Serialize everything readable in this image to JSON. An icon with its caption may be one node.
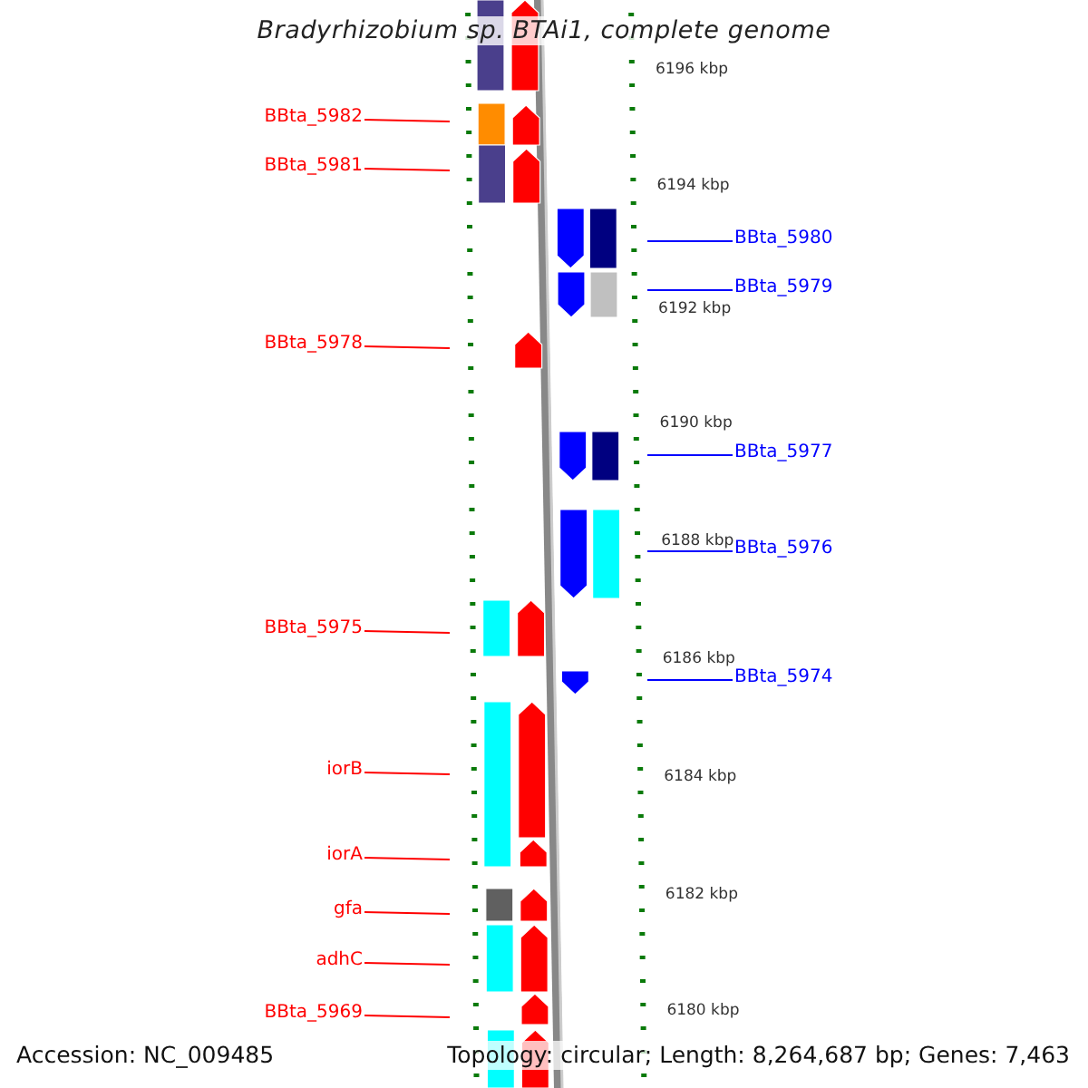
{
  "diagram": {
    "title": "Bradyrhizobium sp. BTAi1, complete genome",
    "nodes": [
      {
        "text": [
          "BBta_5982"
        ]
      },
      {
        "text": [
          "BBta_5981"
        ]
      },
      {
        "text": [
          "BBta_5980"
        ]
      },
      {
        "text": [
          "BBta_5979"
        ]
      },
      {
        "text": [
          "BBta_5978"
        ]
      },
      {
        "text": [
          "BBta_5977"
        ]
      },
      {
        "text": [
          "BBta_5976"
        ]
      },
      {
        "text": [
          "BBta_5975"
        ]
      },
      {
        "text": [
          "BBta_5974"
        ]
      },
      {
        "text": [
          "iorB"
        ]
      },
      {
        "text": [
          "iorA"
        ]
      },
      {
        "text": [
          "gfa"
        ]
      },
      {
        "text": [
          "adhC"
        ]
      },
      {
        "text": [
          "BBta_5969"
        ]
      }
    ],
    "edges": [
      {
        "from": 0,
        "to": null,
        "arrow": "none"
      },
      {
        "from": 1,
        "to": null,
        "arrow": "none"
      },
      {
        "from": 2,
        "to": null,
        "arrow": "none",
        "color": "#0000ff"
      },
      {
        "from": 3,
        "to": null,
        "arrow": "none",
        "color": "#0000ff"
      },
      {
        "from": 4,
        "to": null,
        "arrow": "none"
      },
      {
        "from": 5,
        "to": null,
        "arrow": "none",
        "color": "#0000ff"
      },
      {
        "from": 6,
        "to": null,
        "arrow": "none",
        "color": "#0000ff"
      },
      {
        "from": 7,
        "to": null,
        "arrow": "none"
      },
      {
        "from": 8,
        "to": null,
        "arrow": "none",
        "color": "#0000ff"
      },
      {
        "from": 9,
        "to": null,
        "arrow": "none"
      },
      {
        "from": 10,
        "to": null,
        "arrow": "none"
      },
      {
        "from": 11,
        "to": null,
        "arrow": "none"
      },
      {
        "from": 12,
        "to": null,
        "arrow": "none"
      },
      {
        "from": 13,
        "to": null,
        "arrow": "none"
      }
    ],
    "labels": [
      "6196 kbp",
      "6194 kbp",
      "6192 kbp",
      "6190 kbp",
      "6188 kbp",
      "6186 kbp",
      "6184 kbp",
      "6182 kbp",
      "6180 kbp",
      "Accession: NC_009485",
      "Topology: circular; Length: 8,264,687 bp; Genes: 7,463"
    ]
  }
}
